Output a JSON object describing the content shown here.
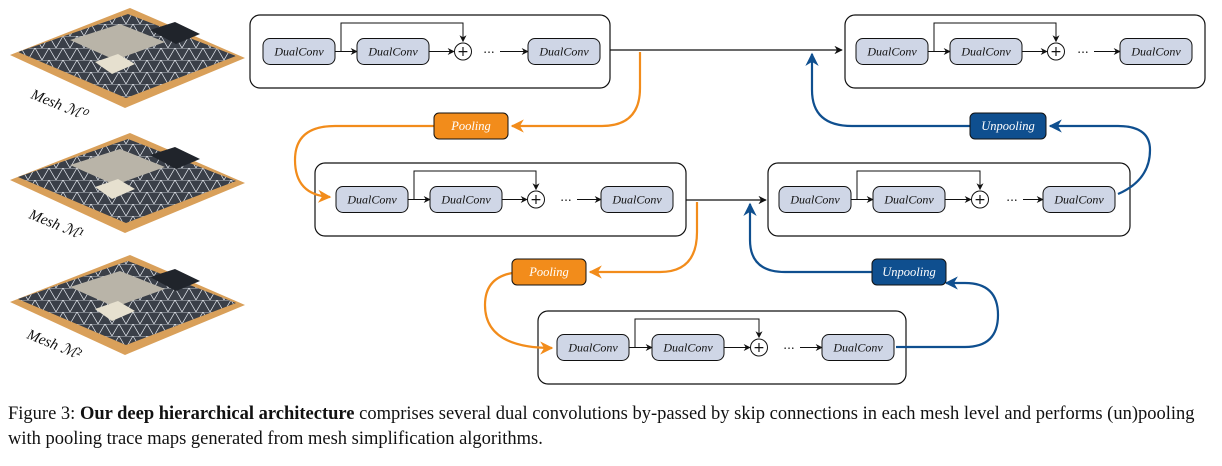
{
  "figure": {
    "meshes": [
      {
        "label": "Mesh ℳ⁰"
      },
      {
        "label": "Mesh ℳ¹"
      },
      {
        "label": "Mesh ℳ²"
      }
    ],
    "node_label": "DualConv",
    "ellipsis": "···",
    "plus": "+",
    "pooling_label": "Pooling",
    "unpooling_label": "Unpooling",
    "colors": {
      "pooling": "#f28c1b",
      "unpooling": "#0f4f8f",
      "node_fill": "#cfd6e6",
      "mesh_dark": "#2c3038",
      "mesh_floor": "#d9a05a"
    }
  },
  "caption": {
    "prefix": "Figure 3: ",
    "bold": "Our deep hierarchical architecture",
    "rest": " comprises several dual convolutions by-passed by skip connections in each mesh level and performs (un)pooling with pooling trace maps generated from mesh simplification algorithms."
  }
}
